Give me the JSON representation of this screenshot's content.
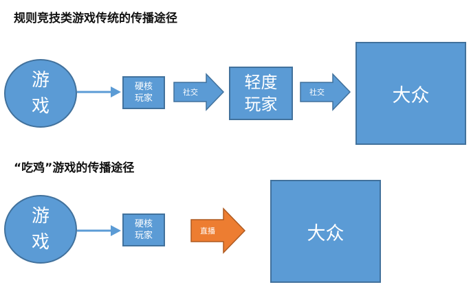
{
  "top_flow": {
    "title": "规则竞技类游戏传统的传播途径",
    "game": "游\n戏",
    "hardcore": "硬核\n玩家",
    "arrow1": "社交",
    "casual": "轻度\n玩家",
    "arrow2": "社交",
    "public": "大众"
  },
  "bottom_flow": {
    "title": "“吃鸡”游戏的传播途径",
    "game": "游\n戏",
    "hardcore": "硬核\n玩家",
    "arrow": "直播",
    "public": "大众"
  },
  "colors": {
    "shape_fill": "#5b9bd5",
    "shape_border": "#41719c",
    "highlight_fill": "#ed7d31",
    "highlight_border": "#ae5a21"
  }
}
